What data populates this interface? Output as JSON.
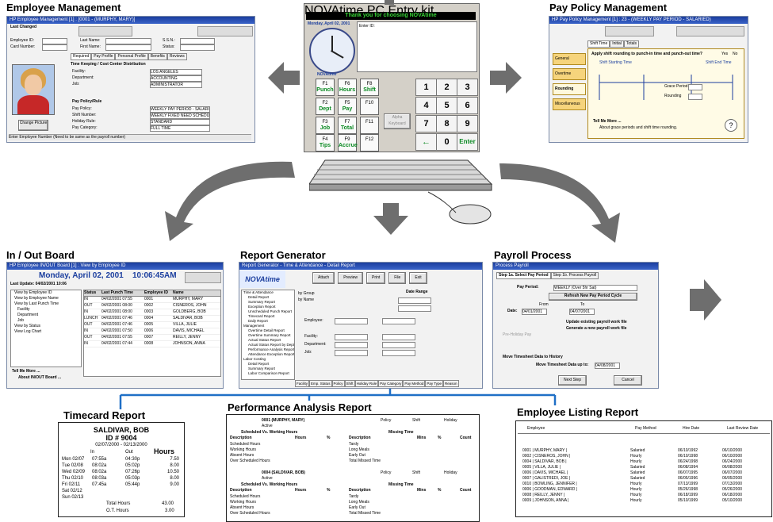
{
  "sections": {
    "employee_management": {
      "title": "Employee Management",
      "window_title": "HP Employee Management [1] : [0001 - (MURPHY, MARY)]",
      "last_changed": "Last Changed",
      "tabs": [
        "Required",
        "Pay Profile",
        "Personal Profile",
        "Benefits",
        "Reviews"
      ],
      "fields": [
        "Employee ID:",
        "Card Number:",
        "Last Name:",
        "First Name:",
        "S.S.N.:",
        "Status:"
      ],
      "dept_header": "Time Keeping / Cost Center Distribution",
      "dept_fields": [
        "Facility:",
        "Department:",
        "Job:"
      ],
      "pay_header": "Pay Policy/Rule",
      "pay_fields": [
        "Pay Policy:",
        "Shift Number:",
        "Holiday Rule:",
        "Pay Category:"
      ],
      "pay_values": [
        "WEEKLY PAY PERIOD - SALARIED",
        "WEEKLY FIXED NEED SCHEDULE",
        "STANDARD",
        "FULL TIME"
      ],
      "dept_values": [
        "LOS ANGELES",
        "ACCOUNTING",
        "ADMINISTRATOR"
      ],
      "change_picture": "Change Picture",
      "status_line": "Enter Employee Number (Need to be same as the payroll number)"
    },
    "terminal": {
      "title_bar": "NOVAtime PC Entry kit",
      "marquee": "Thank you for choosing NOVAtime",
      "date": "Monday, April 02, 2001",
      "prompt": "Enter ID:",
      "clock_brand": "NOVAtime",
      "fkeys": [
        {
          "f": "F1",
          "label": "Punch"
        },
        {
          "f": "F6",
          "label": "Hours"
        },
        {
          "f": "F8",
          "label": "Shift"
        },
        {
          "f": "F2",
          "label": "Dept"
        },
        {
          "f": "F5",
          "label": "Pay"
        },
        {
          "f": "F10",
          "label": ""
        },
        {
          "f": "F3",
          "label": "Job"
        },
        {
          "f": "F7",
          "label": "Total"
        },
        {
          "f": "F11",
          "label": ""
        },
        {
          "f": "F4",
          "label": "Tips"
        },
        {
          "f": "F9",
          "label": "Accrue"
        },
        {
          "f": "F12",
          "label": ""
        }
      ],
      "alpha": "Alpha Keyboard",
      "numpad": [
        "1",
        "2",
        "3",
        "4",
        "5",
        "6",
        "7",
        "8",
        "9",
        "←",
        "0",
        "Enter"
      ]
    },
    "pay_policy": {
      "title": "Pay Policy Management",
      "window_title": "HP Pay Policy Management [1] : 23 - (WEEKLY PAY PERIOD - SALARIED)",
      "tabs": [
        "Shift Time",
        "Initial",
        "Totals"
      ],
      "side_tabs": [
        "General",
        "Overtime",
        "Rounding",
        "Miscellaneous"
      ],
      "question": "Apply shift rounding to punch-in time and punch-out time?",
      "yes": "Yes",
      "no": "No",
      "shift_start": "Shift Starting Time",
      "shift_end": "Shift End Time",
      "grace": "Grace Period",
      "rounding": "Rounding",
      "tell_more": "Tell Me More ...",
      "help_line": "About grace periods and shift time rounding."
    },
    "in_out": {
      "title": "In / Out Board",
      "window_title": "HP Employee IN/OUT Board [1] : View by Employee ID",
      "date": "Monday, April 02, 2001",
      "time": "10:06:45AM",
      "last_update": "Last Update: 04/02/2001 10:06",
      "tree": [
        "View by Employee ID",
        "View by Employee Name",
        "View by Last Punch Time",
        "Facility",
        "Department",
        "Job",
        "View by Status",
        "View Log Chart"
      ],
      "columns": [
        "Status",
        "Last Punch Time",
        "Employee ID",
        "Name"
      ],
      "rows": [
        [
          "IN",
          "04/02/2001 07:55",
          "0001",
          "MURPHY, MARY"
        ],
        [
          "OUT",
          "04/02/2001 08:00",
          "0002",
          "CISNEROS, JOHN"
        ],
        [
          "IN",
          "04/02/2001 08:00",
          "0003",
          "GOLDBERG, BOB"
        ],
        [
          "LUNCH",
          "04/02/2001 07:46",
          "0004",
          "SALDIVAR, BOB"
        ],
        [
          "OUT",
          "04/02/2001 07:46",
          "0005",
          "VILLA, JULIE"
        ],
        [
          "IN",
          "04/02/2001 07:50",
          "0006",
          "DAVIS, MICHAEL"
        ],
        [
          "OUT",
          "04/02/2001 07:55",
          "0007",
          "REILLY, JENNY"
        ],
        [
          "IN",
          "04/02/2001 07:44",
          "0008",
          "JOHNSON, ANNA"
        ]
      ],
      "tell_more": "Tell Me More ...",
      "about": "About IN/OUT Board ..."
    },
    "report_generator": {
      "title": "Report Generator",
      "window_title": "Report Generator - Time & Attendance - Detail Report",
      "toolbar": [
        "Attach",
        "Preview",
        "Print",
        "File",
        "Exit"
      ],
      "tree": [
        "Time & Attendance",
        "Detail Report",
        "Summary Report",
        "Exception Report",
        "Unscheduled Punch Report",
        "Timecard Report",
        "Daily Report",
        "Management",
        "Overtime Detail Report",
        "Overtime Summary Report",
        "Actual Status Report",
        "Actual Status Report by Dept",
        "Performance Analysis Report",
        "Attendance Exception Report",
        "Labor Costing",
        "Detail Report",
        "Summary Report",
        "Labor Comparison Report"
      ],
      "options": [
        "by Group",
        "by Name"
      ],
      "date_range": "Date Range",
      "filters": [
        "Employee:",
        "Facility:",
        "Department:",
        "Job:"
      ],
      "bottom_tabs": [
        "Facility",
        "Emp. Status",
        "Policy",
        "Shift",
        "Holiday Rule",
        "Pay Category",
        "Pay Method",
        "Pay Type",
        "Reason"
      ]
    },
    "payroll": {
      "title": "Payroll Process",
      "window_title": "Process Payroll",
      "step_tabs": [
        "Step 1a. Select Pay Period",
        "Step 1b. Process Payroll"
      ],
      "pay_period_label": "Pay Period:",
      "pay_period_value": "WEEKLY (Over 5hr Sat)",
      "refresh": "Refresh New Pay Period Cycle",
      "date_label": "Date:",
      "from": "From",
      "to": "To",
      "date_from": "04/01/2001",
      "date_to": "04/07/2001",
      "checks": [
        "Update existing payroll work file",
        "Generate a new payroll work file",
        "Pre-Holiday Pay"
      ],
      "history_check": "Move Timesheet Data to History",
      "history_label": "Move Timesheet Data up to:",
      "history_date": "04/08/2001",
      "next": "Next Step",
      "cancel": "Cancel"
    }
  },
  "reports": {
    "timecard": {
      "title": "Timecard Report",
      "name": "SALDIVAR, BOB",
      "id": "ID # 9004",
      "range": "02/07/2000 - 02/13/2000",
      "cols": [
        "In",
        "Out",
        "Hours"
      ],
      "rows": [
        [
          "Mon 02/07",
          "07:55a",
          "04:30p",
          "7.50"
        ],
        [
          "Tue 02/08",
          "08:02a",
          "05:02p",
          "8.00"
        ],
        [
          "Wed 02/09",
          "08:02a",
          "07:26p",
          "10.50"
        ],
        [
          "Thu 02/10",
          "08:03a",
          "05:03p",
          "8.00"
        ],
        [
          "Fri 02/11",
          "07:45a",
          "05:44p",
          "9.00"
        ],
        [
          "Sat 02/12",
          "",
          "",
          ""
        ],
        [
          "Sun 02/13",
          "",
          "",
          ""
        ]
      ],
      "total_label": "Total Hours",
      "total": "43.00",
      "ot_label": "O.T. Hours",
      "ot": "3.00"
    },
    "performance": {
      "title": "Performance Analysis Report",
      "blocks": [
        {
          "employee": "0001 (MURPHY, MARY)",
          "status": "Active"
        },
        {
          "employee": "0004 (SALDIVAR, BOB)",
          "status": "Active"
        }
      ],
      "left_header": "Scheduled Vs. Working Hours",
      "right_header": "Missing Time",
      "left_cols": [
        "Description",
        "Hours",
        "%"
      ],
      "right_cols": [
        "Description",
        "Mins",
        "%",
        "Count"
      ],
      "left_rows": [
        "Scheduled Hours",
        "Working Hours",
        "Absent Hours",
        "Over Scheduled Hours"
      ],
      "right_rows": [
        "Tardy",
        "Long Meals",
        "Early Out",
        "Total Missed Time"
      ],
      "policy": "Policy",
      "shift": "Shift",
      "holiday": "Holiday"
    },
    "employee_listing": {
      "title": "Employee Listing Report",
      "columns": [
        "Employee",
        "Pay Method",
        "Hire Date",
        "Last Review Date"
      ],
      "rows": [
        [
          "0001 | MURPHY, MARY |",
          "Salaried",
          "06/10/1992",
          "06/10/2000"
        ],
        [
          "0002 | CISNEROS, JOHN |",
          "Hourly",
          "06/10/1998",
          "06/10/2000"
        ],
        [
          "0004 | SALDIVAR, BOB |",
          "Hourly",
          "06/24/1998",
          "06/24/2000"
        ],
        [
          "0005 | VILLA, JULIE |",
          "Salaried",
          "06/08/1994",
          "06/08/2000"
        ],
        [
          "0006 | DAVIS, MICHAEL |",
          "Salaried",
          "06/07/1995",
          "06/07/2000"
        ],
        [
          "0007 | GALISTREDI, JOE |",
          "Salaried",
          "06/05/1996",
          "06/05/2000"
        ],
        [
          "0010 | BOWLING, JENNIFER |",
          "Hourly",
          "07/13/1999",
          "07/13/2000"
        ],
        [
          "0006 | GOODMAN, EDWARD |",
          "Hourly",
          "05/26/1998",
          "05/26/2000"
        ],
        [
          "0008 | REILLY, JENNY |",
          "Hourly",
          "06/18/1999",
          "06/18/2000"
        ],
        [
          "0009 | JOHNSON, ANNA |",
          "Hourly",
          "05/10/1999",
          "05/10/2000"
        ]
      ]
    }
  },
  "colors": {
    "arrow": "#6e6e6e",
    "connector": "#1f6fc6",
    "titlebar": "#1b3e9e",
    "terminal_screen": "#000000",
    "terminal_text": "#37d636"
  }
}
